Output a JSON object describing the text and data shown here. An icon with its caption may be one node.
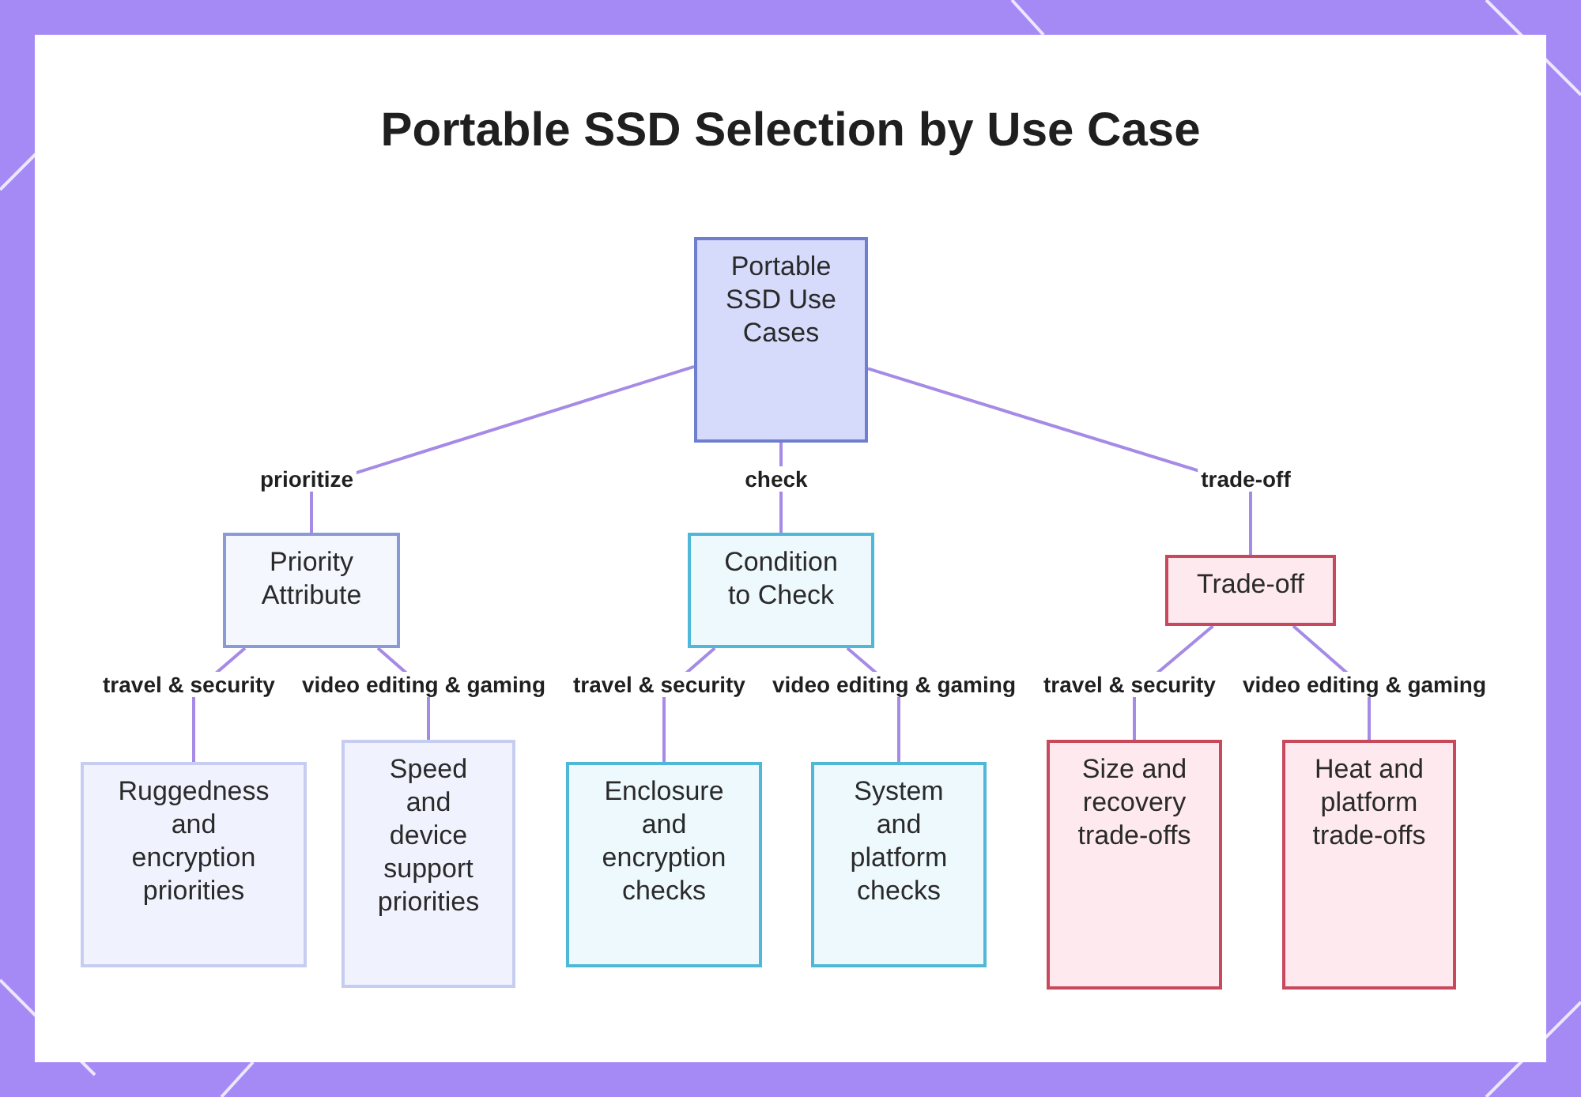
{
  "diagram": {
    "title": "Portable SSD Selection by Use Case",
    "nodes": [
      {
        "text": [
          "Portable SSD Use Cases"
        ]
      },
      {
        "text": [
          "Priority Attribute"
        ]
      },
      {
        "text": [
          "Condition to Check"
        ]
      },
      {
        "text": [
          "Trade-off"
        ]
      },
      {
        "text": [
          "Ruggedness and encryption priorities"
        ]
      },
      {
        "text": [
          "Speed and device support priorities"
        ]
      },
      {
        "text": [
          "Enclosure and encryption checks"
        ]
      },
      {
        "text": [
          "System and platform checks"
        ]
      },
      {
        "text": [
          "Size and recovery trade-offs"
        ]
      },
      {
        "text": [
          "Heat and platform trade-offs"
        ]
      }
    ],
    "edges": [
      {
        "from": 0,
        "to": 1,
        "label": "prioritize",
        "arrow": "none"
      },
      {
        "from": 0,
        "to": 2,
        "label": "check",
        "arrow": "none"
      },
      {
        "from": 0,
        "to": 3,
        "label": "trade-off",
        "arrow": "none"
      },
      {
        "from": 1,
        "to": 4,
        "label": "travel & security",
        "arrow": "none"
      },
      {
        "from": 1,
        "to": 5,
        "label": "video editing & gaming",
        "arrow": "none"
      },
      {
        "from": 2,
        "to": 6,
        "label": "travel & security",
        "arrow": "none"
      },
      {
        "from": 2,
        "to": 7,
        "label": "video editing & gaming",
        "arrow": "none"
      },
      {
        "from": 3,
        "to": 8,
        "label": "travel & security",
        "arrow": "none"
      },
      {
        "from": 3,
        "to": 9,
        "label": "video editing & gaming",
        "arrow": "none"
      }
    ]
  }
}
